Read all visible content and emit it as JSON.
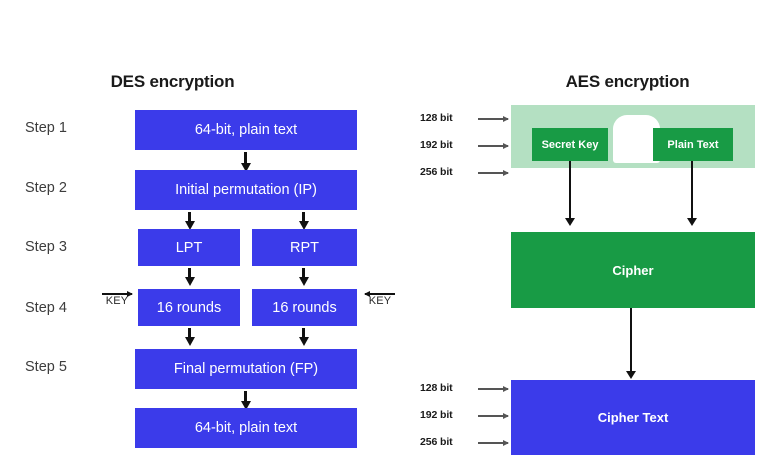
{
  "diagram": {
    "background": "#ffffff",
    "colors": {
      "blue": "#3B3BEA",
      "green_dark": "#189B45",
      "green_light": "#B4E0C2",
      "arrow": "#111111",
      "arrow_grey": "#555555",
      "text_dark": "#1a1a1a"
    }
  },
  "des": {
    "title": "DES encryption",
    "steps": [
      {
        "label": "Step 1"
      },
      {
        "label": "Step 2"
      },
      {
        "label": "Step 3"
      },
      {
        "label": "Step 4"
      },
      {
        "label": "Step 5"
      }
    ],
    "boxes": {
      "plain_text_top": "64-bit, plain text",
      "initial_permutation": "Initial permutation (IP)",
      "lpt": "LPT",
      "rpt": "RPT",
      "rounds_left": "16 rounds",
      "rounds_right": "16 rounds",
      "final_permutation": "Final permutation (FP)",
      "plain_text_bottom": "64-bit, plain text"
    },
    "key_annotations": {
      "left": "KEY",
      "right": "KEY"
    }
  },
  "aes": {
    "title": "AES encryption",
    "input_bits": [
      "128 bit",
      "192 bit",
      "256 bit"
    ],
    "output_bits": [
      "128 bit",
      "192 bit",
      "256 bit"
    ],
    "boxes": {
      "secret_key": "Secret Key",
      "plain_text": "Plain Text",
      "cipher": "Cipher",
      "cipher_text": "Cipher Text"
    }
  }
}
